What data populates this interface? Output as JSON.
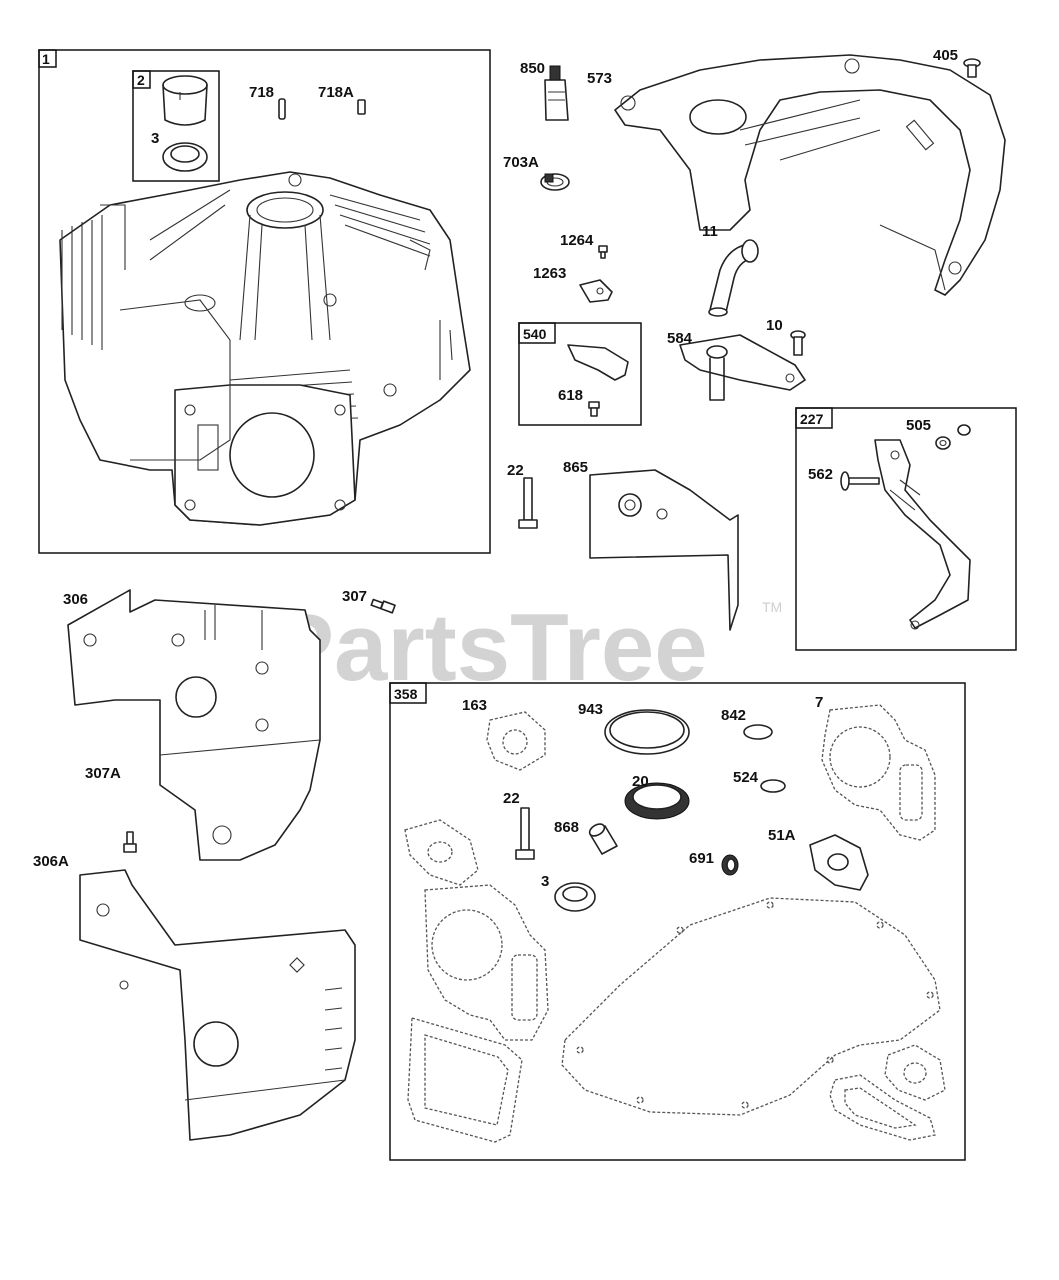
{
  "watermark": {
    "text": "PartsTree",
    "trademark": "TM"
  },
  "assemblies": [
    {
      "id": "1"
    },
    {
      "id": "2"
    },
    {
      "id": "540"
    },
    {
      "id": "227"
    },
    {
      "id": "358"
    }
  ],
  "callouts": {
    "p718": "718",
    "p718A": "718A",
    "p3a": "3",
    "p850": "850",
    "p573": "573",
    "p405": "405",
    "p703A": "703A",
    "p1264": "1264",
    "p1263": "1263",
    "p11": "11",
    "p618": "618",
    "p584": "584",
    "p10": "10",
    "p22a": "22",
    "p865": "865",
    "p505": "505",
    "p562": "562",
    "p306": "306",
    "p307": "307",
    "p307A": "307A",
    "p306A": "306A",
    "p163": "163",
    "p943": "943",
    "p842": "842",
    "p7": "7",
    "p20": "20",
    "p524": "524",
    "p22b": "22",
    "p868": "868",
    "p51A": "51A",
    "p691": "691",
    "p3b": "3"
  }
}
